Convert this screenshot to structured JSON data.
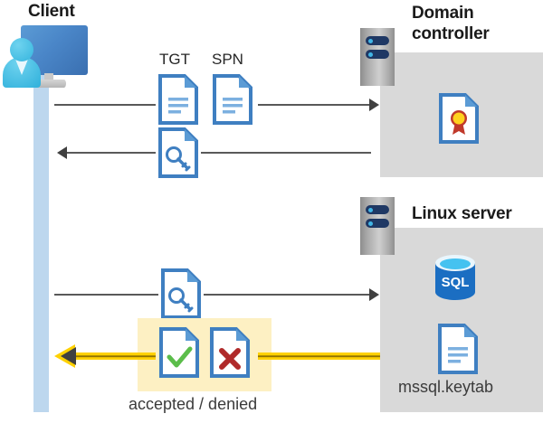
{
  "diagram": {
    "type": "kerberos-authentication-flow",
    "title_client": "Client",
    "title_domain_controller": "Domain\ncontroller",
    "title_linux_server": "Linux server"
  },
  "client": {
    "label": "Client",
    "icon": "user-computer-icon"
  },
  "domain_controller": {
    "label_line1": "Domain",
    "label_line2": "controller",
    "rack_icon": "server-rack-icon",
    "contents": [
      {
        "icon": "certificate-document-icon",
        "label": ""
      }
    ],
    "panel_color": "#d9d9d9"
  },
  "linux_server": {
    "label": "Linux server",
    "rack_icon": "server-rack-icon",
    "contents": [
      {
        "icon": "sql-database-icon",
        "label": "SQL"
      },
      {
        "icon": "document-icon",
        "label": "mssql.keytab"
      }
    ],
    "panel_color": "#d9d9d9"
  },
  "messages": [
    {
      "id": "request-tgt-spn",
      "direction": "client-to-domain-controller",
      "labels": [
        "TGT",
        "SPN"
      ],
      "icons": [
        "document-icon",
        "document-icon"
      ],
      "arrow_color": "#595959"
    },
    {
      "id": "issue-service-ticket",
      "direction": "domain-controller-to-client",
      "labels": [],
      "icons": [
        "key-document-icon"
      ],
      "arrow_color": "#595959"
    },
    {
      "id": "present-service-ticket",
      "direction": "client-to-linux-server",
      "labels": [],
      "icons": [
        "key-document-icon"
      ],
      "arrow_color": "#595959"
    },
    {
      "id": "auth-result",
      "direction": "linux-server-to-client",
      "labels": [
        "accepted / denied"
      ],
      "icons": [
        "document-check-icon",
        "document-x-icon"
      ],
      "arrow_color": "#ffd100",
      "highlight_color": "#fdf0c3"
    }
  ],
  "labels": {
    "tgt": "TGT",
    "spn": "SPN",
    "accepted_denied": "accepted / denied",
    "keytab": "mssql.keytab",
    "sql": "SQL"
  },
  "colors": {
    "panel_gray": "#d9d9d9",
    "lifeline_blue": "#bdd7ee",
    "doc_blue": "#3f7fc1",
    "arrow_gray": "#595959",
    "arrow_yellow": "#ffd100",
    "highlight_yellow": "#fdf0c3",
    "check_green": "#5bbd4a",
    "x_red": "#b02a2a",
    "sql_blue": "#1b6ec2",
    "cert_gold": "#ffd21e",
    "cert_red": "#c0392b",
    "rack_navy": "#1f3864",
    "rack_cyan": "#41b6e6"
  }
}
